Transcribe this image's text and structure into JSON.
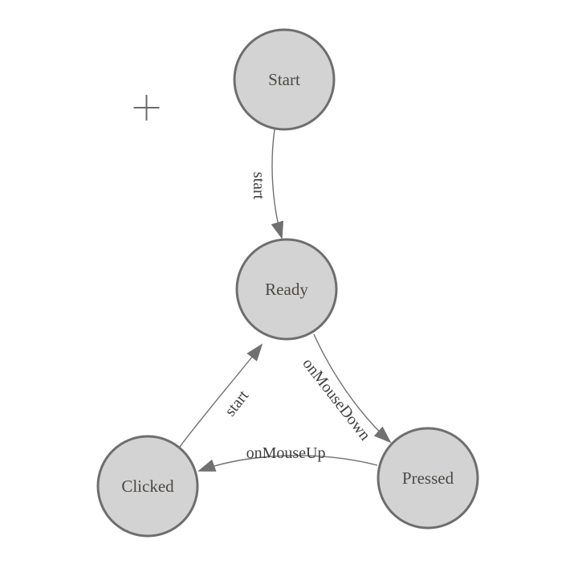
{
  "canvas": {
    "background": "#ffffff",
    "origin_marker": "plus-crosshair-icon"
  },
  "colors": {
    "node_fill": "#d3d3d3",
    "node_stroke": "#6e6e6e",
    "node_text": "#4c4844",
    "edge_stroke": "#707070",
    "edge_arrow": "#707070",
    "edge_label_text": "#3f3f3f",
    "crosshair": "#6b6b6b"
  },
  "diagram": {
    "type": "state-machine",
    "nodes": [
      {
        "id": "start",
        "label": "Start"
      },
      {
        "id": "ready",
        "label": "Ready"
      },
      {
        "id": "clicked",
        "label": "Clicked"
      },
      {
        "id": "pressed",
        "label": "Pressed"
      }
    ],
    "edges": [
      {
        "from": "start",
        "to": "ready",
        "label": "start"
      },
      {
        "from": "ready",
        "to": "pressed",
        "label": "onMouseDown"
      },
      {
        "from": "pressed",
        "to": "clicked",
        "label": "onMouseUp"
      },
      {
        "from": "clicked",
        "to": "ready",
        "label": "start"
      }
    ]
  }
}
